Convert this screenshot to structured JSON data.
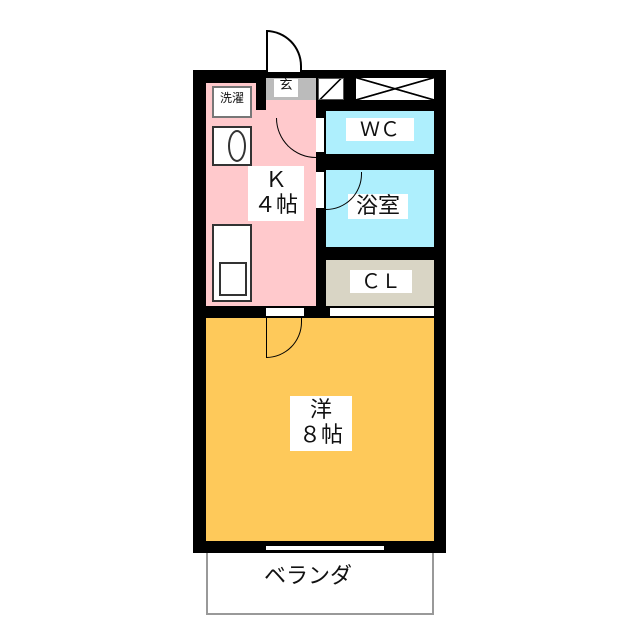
{
  "rooms": {
    "laundry": "洗濯",
    "entrance": "玄",
    "wc": "ＷＣ",
    "bath": "浴室",
    "kitchen": {
      "name": "Ｋ",
      "size": "４帖"
    },
    "closet": "ＣＬ",
    "western": {
      "name": "洋",
      "size": "８帖"
    },
    "balcony": "ベランダ"
  },
  "colors": {
    "kitchen": "#ffc9cc",
    "wet": "#aeeffd",
    "closet": "#d9d5c5",
    "western": "#fec95a"
  }
}
